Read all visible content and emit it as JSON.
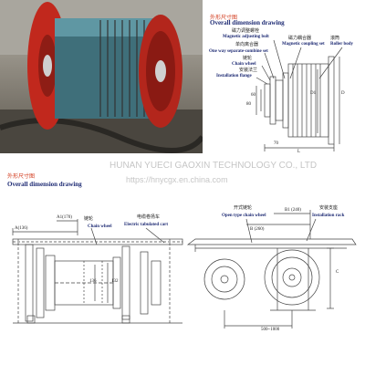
{
  "top_right": {
    "title_zh": "外形尺寸图",
    "title_en": "Overall dimension drawing",
    "labels": [
      {
        "zh": "磁力调整螺栓",
        "en": "Magnetic adjusting bolt"
      },
      {
        "zh": "单向离合器",
        "en": "One way separate-combine set"
      },
      {
        "zh": "链轮",
        "en": "Chain wheel"
      },
      {
        "zh": "安装法兰",
        "en": "Installation flange"
      },
      {
        "zh": "磁力耦合器",
        "en": "Magnetic coupling set"
      },
      {
        "zh": "滚筒",
        "en": "Roller body"
      }
    ],
    "dims": [
      "60",
      "80",
      "D1",
      "D",
      "70",
      "L"
    ]
  },
  "bottom": {
    "title_zh": "外形尺寸图",
    "title_en": "Overall dimension drawing",
    "left_labels": [
      {
        "zh": "链轮",
        "en": "Chain wheel"
      },
      {
        "zh": "电缆卷扬车",
        "en": "Electric tabulated cart"
      }
    ],
    "right_labels": [
      {
        "zh": "开式链轮",
        "en": "Open type chain wheel"
      },
      {
        "zh": "安装支座",
        "en": "Installation rack"
      }
    ],
    "dims_left": [
      "A1(170)",
      "A(136)",
      "136",
      "132"
    ],
    "dims_right": [
      "B1 (240)",
      "B (260)",
      "C",
      "500~1000"
    ]
  },
  "watermark": {
    "company": "HUNAN YUECI GAOXIN TECHNOLOGY CO., LTD",
    "url": "https://hnycgx.en.china.com"
  }
}
